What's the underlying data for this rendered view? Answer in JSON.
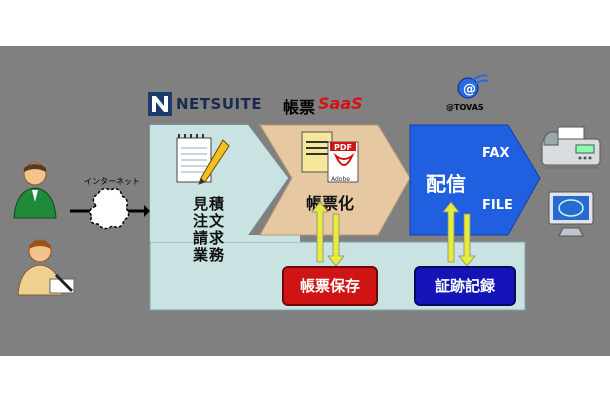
{
  "labels": {
    "internet": "インターネット",
    "netsuite_logo": "NETSUITE",
    "saas_logo_left": "帳票",
    "saas_logo_right": "SaaS",
    "tovas_logo": "@TOVAS",
    "business_col1": [
      "見",
      "注",
      "請",
      "業"
    ],
    "business_col2": [
      "積",
      "文",
      "求",
      "務"
    ],
    "form_making": "帳票化",
    "delivery": "配信",
    "fax": "FAX",
    "file": "FILE",
    "form_storage": "帳票保存",
    "evidence_record": "証跡記録",
    "pdf_label": "PDF",
    "adobe_label": "Adobe"
  },
  "colors": {
    "background": "#808080",
    "netsuite_panel": "#c9e3e2",
    "saas_panel": "#e6c9a3",
    "delivery_panel": "#1f5fe0",
    "storage_pill": "#d01414",
    "record_pill": "#1414b8",
    "sync_arrow": "#e6ec3a"
  },
  "icons": [
    "user-icon",
    "user-writing-icon",
    "cloud-icon",
    "notepad-icon",
    "pdf-document-icon",
    "fax-machine-icon",
    "computer-icon",
    "tovas-logo-icon",
    "netsuite-logo-icon"
  ]
}
